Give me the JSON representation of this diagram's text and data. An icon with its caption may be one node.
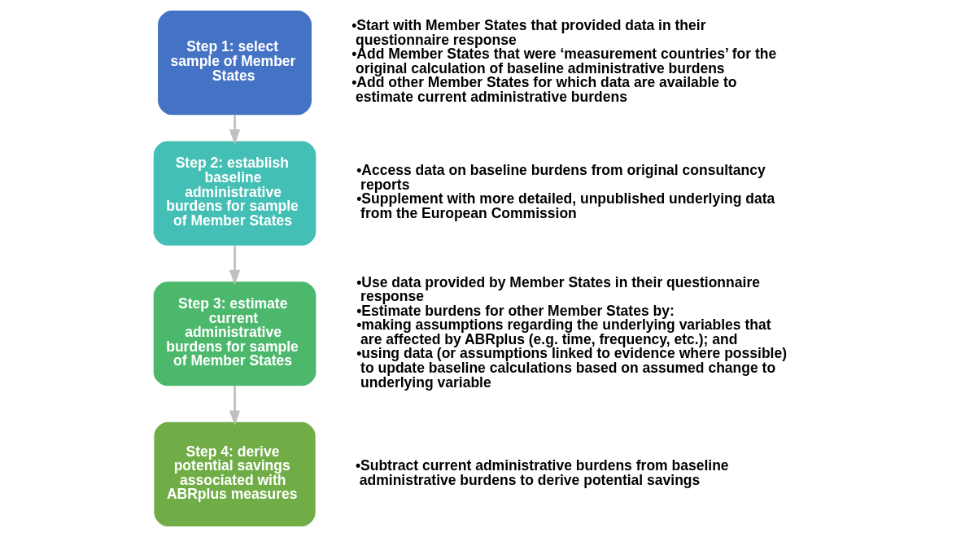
{
  "diagram": {
    "nodes": [
      {
        "text": [
          "Step 1: select sample of Member States"
        ],
        "beside": [
          "•Start with Member States that provided data in their questionnaire response",
          "•Add Member States that were ‘measurement countries’ for the original calculation of baseline administrative burdens",
          "•Add other Member States for which data are available to estimate current administrative burdens"
        ]
      },
      {
        "text": [
          "Step 2: establish baseline administrative burdens for sample of Member States"
        ],
        "beside": [
          "•Access data on baseline burdens from original consultancy reports",
          "•Supplement with more detailed, unpublished underlying data from the European Commission"
        ]
      },
      {
        "text": [
          "Step 3: estimate current administrative burdens for sample of Member States"
        ],
        "beside": [
          "•Use data provided by Member States in their questionnaire response",
          "•Estimate burdens for other Member States by:",
          "•making assumptions regarding the underlying variables that are affected by ABRplus (e.g. time, frequency, etc.); and",
          "•using data (or assumptions linked to evidence where possible) to update baseline calculations based on assumed change to underlying variable"
        ]
      },
      {
        "text": [
          "Step 4: derive potential savings associated with ABRplus measures"
        ],
        "beside": [
          "•Subtract current administrative burdens from baseline administrative burdens to derive potential savings"
        ]
      }
    ],
    "edges": [
      {
        "from": 0,
        "to": 1,
        "arrow": "to"
      },
      {
        "from": 1,
        "to": 2,
        "arrow": "to"
      },
      {
        "from": 2,
        "to": 3,
        "arrow": "to"
      }
    ]
  }
}
